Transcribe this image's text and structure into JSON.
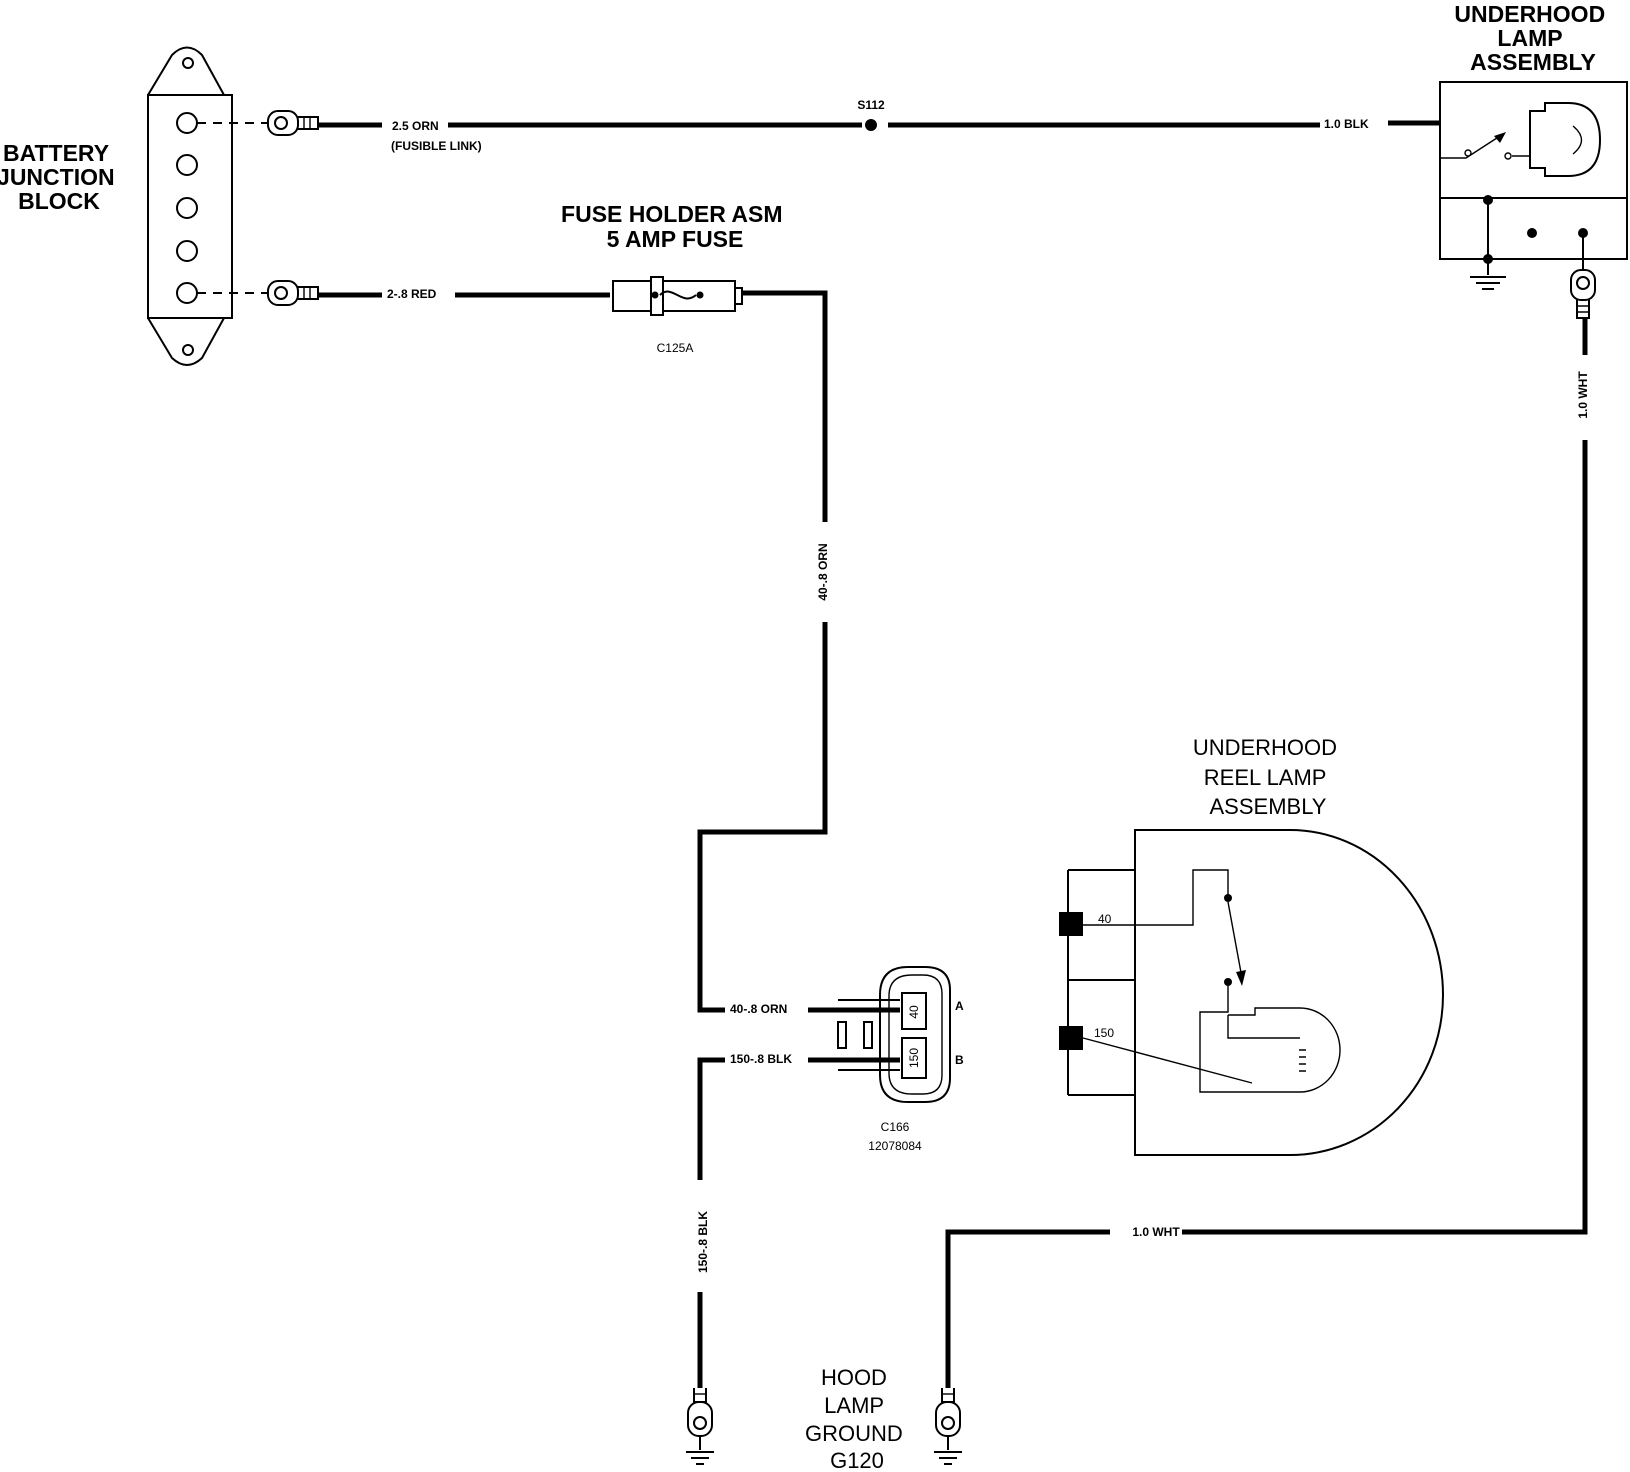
{
  "labels": {
    "battery_junction_block": [
      "BATTERY",
      "JUNCTION",
      "BLOCK"
    ],
    "underhood_lamp_assembly": [
      "UNDERHOOD",
      "LAMP",
      "ASSEMBLY"
    ],
    "fuse_holder": [
      "FUSE HOLDER ASM",
      "5 AMP FUSE"
    ],
    "underhood_reel_lamp_assembly": [
      "UNDERHOOD",
      "REEL LAMP",
      "ASSEMBLY"
    ],
    "hood_lamp_ground": [
      "HOOD",
      "LAMP",
      "GROUND",
      "G120"
    ]
  },
  "wires": {
    "orn_fusible": "2.5 ORN",
    "fusible_note": "(FUSIBLE LINK)",
    "splice": "S112",
    "blk_1": "1.0 BLK",
    "red": "2-.8 RED",
    "orn_40_vertical": "40-.8 ORN",
    "orn_40_connector": "40-.8 ORN",
    "blk_150_connector": "150-.8 BLK",
    "blk_150_vertical": "150-.8 BLK",
    "wht_vertical": "1.0 WHT",
    "wht_horizontal": "1.0 WHT"
  },
  "connectors": {
    "fuse_connector": "C125A",
    "lamp_connector": "C166",
    "lamp_connector_part": "12078084",
    "pin_a": "A",
    "pin_b": "B",
    "cavity_a": "40",
    "cavity_b": "150",
    "reel_pin_40": "40",
    "reel_pin_150": "150"
  }
}
